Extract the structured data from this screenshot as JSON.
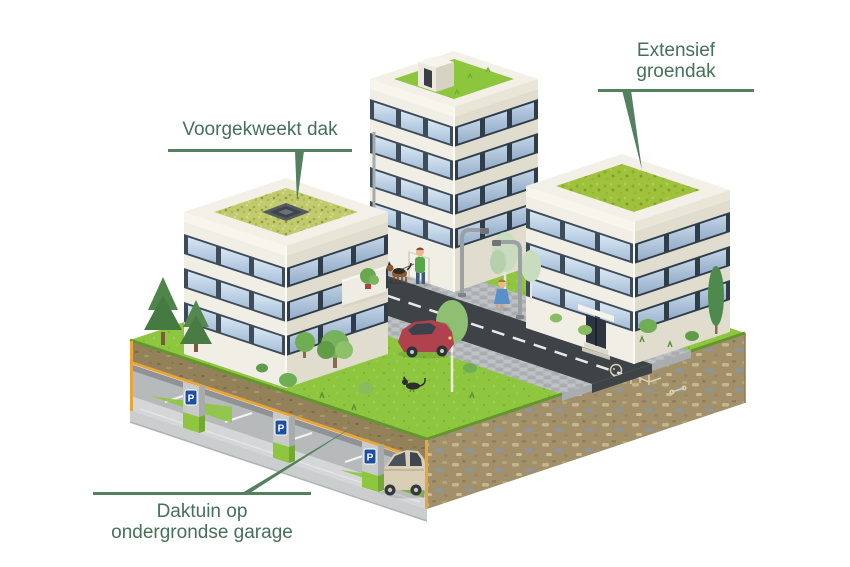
{
  "illustration": {
    "labels": {
      "pregrown_roof": {
        "text": "Voorgekweekt dak"
      },
      "extensive_green_roof": {
        "line1": "Extensief",
        "line2": "groendak"
      },
      "roof_garden": {
        "line1": "Daktuin op",
        "line2": "ondergrondse garage"
      }
    },
    "icons": {
      "parking_letter": "P"
    },
    "colors": {
      "label_green": "#46705a",
      "leader_green": "#54805f",
      "grass": "#8ec63f",
      "road_asphalt": "#3e4347",
      "sidewalk_gray": "#b5b9bc",
      "soil_brown": "#93815a",
      "earth_face": "#a2906a",
      "trim_orange": "#e8a53e",
      "building_light": "#f1efe5",
      "building_shade": "#e0ddcf",
      "sedum_roof": "#c1ca6d",
      "grass_roof": "#8cc63c",
      "moss_roof": "#9fc13c",
      "parking_blue": "#1d4fa1",
      "parking_green": "#8ec63f",
      "car_red": "#b0424d",
      "car_beige": "#d8cfb6",
      "garage_wall": "#b6babb",
      "garage_floor": "#d4d6d7"
    }
  }
}
